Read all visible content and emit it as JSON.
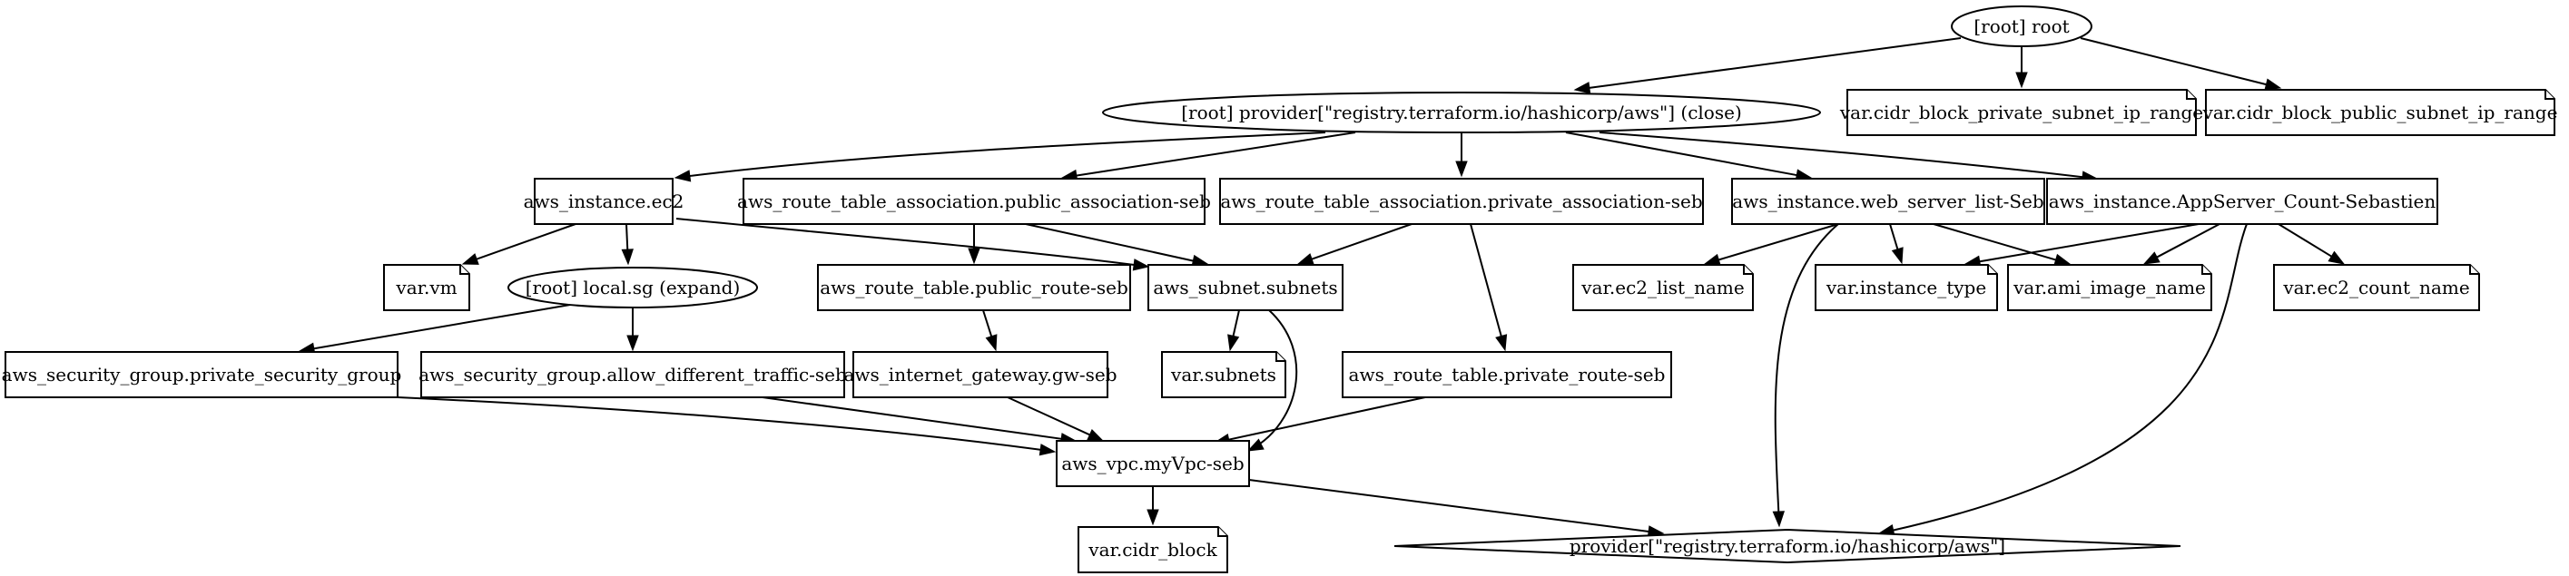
{
  "nodes": {
    "root": {
      "label": "[root] root",
      "shape": "ellipse"
    },
    "provider_close": {
      "label": "[root] provider[\"registry.terraform.io/hashicorp/aws\"] (close)",
      "shape": "ellipse"
    },
    "var_cidr_private": {
      "label": "var.cidr_block_private_subnet_ip_range",
      "shape": "note"
    },
    "var_cidr_public": {
      "label": "var.cidr_block_public_subnet_ip_range",
      "shape": "note"
    },
    "ec2": {
      "label": "aws_instance.ec2",
      "shape": "box"
    },
    "rta_public": {
      "label": "aws_route_table_association.public_association-seb",
      "shape": "box"
    },
    "rta_private": {
      "label": "aws_route_table_association.private_association-seb",
      "shape": "box"
    },
    "web_server": {
      "label": "aws_instance.web_server_list-Seb",
      "shape": "box"
    },
    "app_server": {
      "label": "aws_instance.AppServer_Count-Sebastien",
      "shape": "box"
    },
    "var_vm": {
      "label": "var.vm",
      "shape": "note"
    },
    "local_sg": {
      "label": "[root] local.sg (expand)",
      "shape": "ellipse"
    },
    "rt_public": {
      "label": "aws_route_table.public_route-seb",
      "shape": "box"
    },
    "subnets": {
      "label": "aws_subnet.subnets",
      "shape": "box"
    },
    "var_ec2_list_name": {
      "label": "var.ec2_list_name",
      "shape": "note"
    },
    "var_instance_type": {
      "label": "var.instance_type",
      "shape": "note"
    },
    "var_ami_image_name": {
      "label": "var.ami_image_name",
      "shape": "note"
    },
    "var_ec2_count_name": {
      "label": "var.ec2_count_name",
      "shape": "note"
    },
    "sg_private": {
      "label": "aws_security_group.private_security_group",
      "shape": "box"
    },
    "sg_allow": {
      "label": "aws_security_group.allow_different_traffic-seb",
      "shape": "box"
    },
    "igw": {
      "label": "aws_internet_gateway.gw-seb",
      "shape": "box"
    },
    "var_subnets": {
      "label": "var.subnets",
      "shape": "note"
    },
    "rt_private": {
      "label": "aws_route_table.private_route-seb",
      "shape": "box"
    },
    "vpc": {
      "label": "aws_vpc.myVpc-seb",
      "shape": "box"
    },
    "var_cidr_block": {
      "label": "var.cidr_block",
      "shape": "note"
    },
    "provider": {
      "label": "provider[\"registry.terraform.io/hashicorp/aws\"]",
      "shape": "diamond"
    }
  },
  "edges": [
    {
      "from": "root",
      "to": "provider_close"
    },
    {
      "from": "root",
      "to": "var_cidr_private"
    },
    {
      "from": "root",
      "to": "var_cidr_public"
    },
    {
      "from": "provider_close",
      "to": "ec2"
    },
    {
      "from": "provider_close",
      "to": "rta_public"
    },
    {
      "from": "provider_close",
      "to": "rta_private"
    },
    {
      "from": "provider_close",
      "to": "web_server"
    },
    {
      "from": "provider_close",
      "to": "app_server"
    },
    {
      "from": "ec2",
      "to": "var_vm"
    },
    {
      "from": "ec2",
      "to": "local_sg"
    },
    {
      "from": "ec2",
      "to": "subnets"
    },
    {
      "from": "rta_public",
      "to": "rt_public"
    },
    {
      "from": "rta_public",
      "to": "subnets"
    },
    {
      "from": "rta_private",
      "to": "subnets"
    },
    {
      "from": "rta_private",
      "to": "rt_private"
    },
    {
      "from": "web_server",
      "to": "var_ec2_list_name"
    },
    {
      "from": "web_server",
      "to": "var_instance_type"
    },
    {
      "from": "web_server",
      "to": "var_ami_image_name"
    },
    {
      "from": "web_server",
      "to": "provider"
    },
    {
      "from": "app_server",
      "to": "var_instance_type"
    },
    {
      "from": "app_server",
      "to": "var_ami_image_name"
    },
    {
      "from": "app_server",
      "to": "var_ec2_count_name"
    },
    {
      "from": "app_server",
      "to": "provider"
    },
    {
      "from": "local_sg",
      "to": "sg_private"
    },
    {
      "from": "local_sg",
      "to": "sg_allow"
    },
    {
      "from": "rt_public",
      "to": "igw"
    },
    {
      "from": "subnets",
      "to": "var_subnets"
    },
    {
      "from": "subnets",
      "to": "vpc"
    },
    {
      "from": "sg_private",
      "to": "vpc"
    },
    {
      "from": "sg_allow",
      "to": "vpc"
    },
    {
      "from": "igw",
      "to": "vpc"
    },
    {
      "from": "rt_private",
      "to": "vpc"
    },
    {
      "from": "vpc",
      "to": "var_cidr_block"
    },
    {
      "from": "vpc",
      "to": "provider"
    }
  ]
}
